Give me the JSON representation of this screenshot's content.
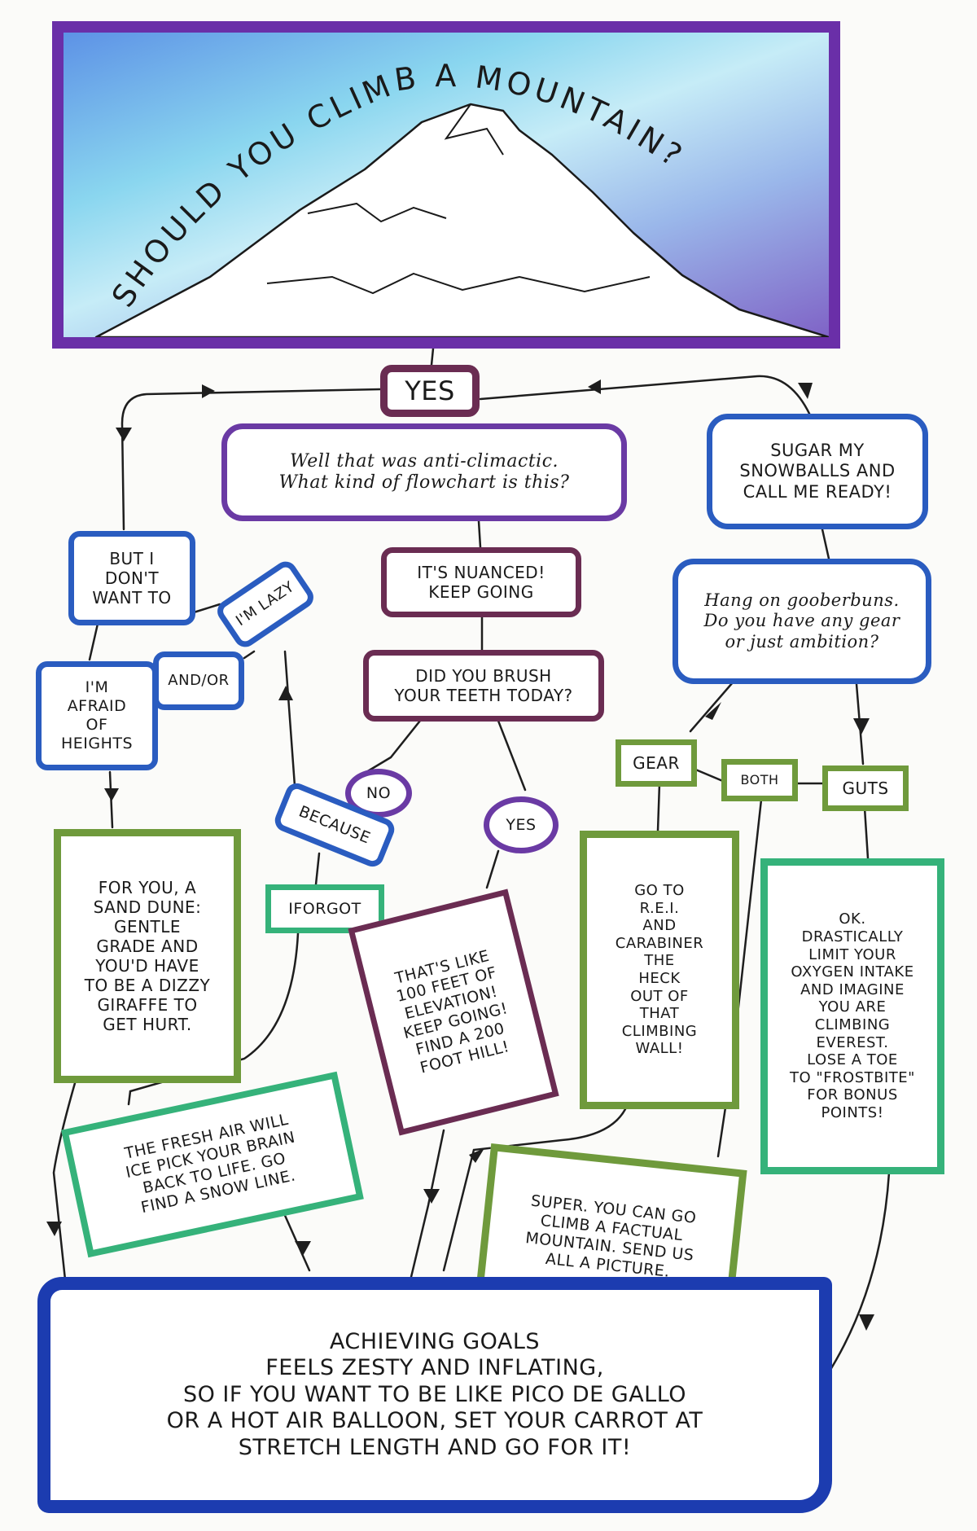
{
  "header": {
    "title": "SHOULD YOU CLIMB A MOUNTAIN?"
  },
  "nodes": {
    "yes_top": "YES",
    "anticlimactic": "Well that was anti-climactic.\nWhat kind of flowchart is this?",
    "nuanced": "IT'S NUANCED!\nKEEP GOING",
    "brush": "DID YOU BRUSH\nYOUR TEETH TODAY?",
    "no": "NO",
    "yes_small": "YES",
    "because": "BECAUSE",
    "iforgot": "IFORGOT",
    "hundred_feet": "THAT'S LIKE\n100 FEET OF\nELEVATION!\nKEEP GOING!\nFIND A 200\nFOOT HILL!",
    "dont_want": "BUT I\nDON'T\nWANT TO",
    "lazy": "I'M LAZY",
    "andor": "AND/OR",
    "afraid": "I'M\nAFRAID\nOF\nHEIGHTS",
    "sand_dune": "FOR YOU, A\nSAND DUNE:\nGENTLE\nGRADE AND\nYOU'D HAVE\nTO BE A DIZZY\nGIRAFFE TO\nGET HURT.",
    "fresh_air": "THE FRESH AIR WILL\nICE PICK YOUR BRAIN\nBACK TO LIFE. GO\nFIND A SNOW LINE.",
    "sugar": "SUGAR MY\nSNOWBALLS AND\nCALL ME READY!",
    "hang_on": "Hang on gooberbuns.\nDo you have any gear\nor just ambition?",
    "gear": "GEAR",
    "both": "BOTH",
    "guts": "GUTS",
    "rei": "GO TO\nR.E.I.\nAND\nCARABINER\nTHE\nHECK\nOUT OF\nTHAT\nCLIMBING\nWALL!",
    "everest": "OK.\nDRASTICALLY\nLIMIT YOUR\nOXYGEN INTAKE\nAND IMAGINE\nYOU ARE\nCLIMBING\nEVEREST.\nLOSE A TOE\nTO \"FROSTBITE\"\nFOR BONUS\nPOINTS!",
    "super": "SUPER. YOU CAN GO\nCLIMB A FACTUAL\nMOUNTAIN. SEND US\nALL A PICTURE.",
    "goals": "ACHIEVING GOALS\nFEELS ZESTY AND INFLATING,\nSO IF YOU WANT TO BE LIKE PICO DE GALLO\nOR A HOT AIR BALLOON, SET YOUR CARROT AT\nSTRETCH LENGTH AND GO FOR IT!"
  }
}
